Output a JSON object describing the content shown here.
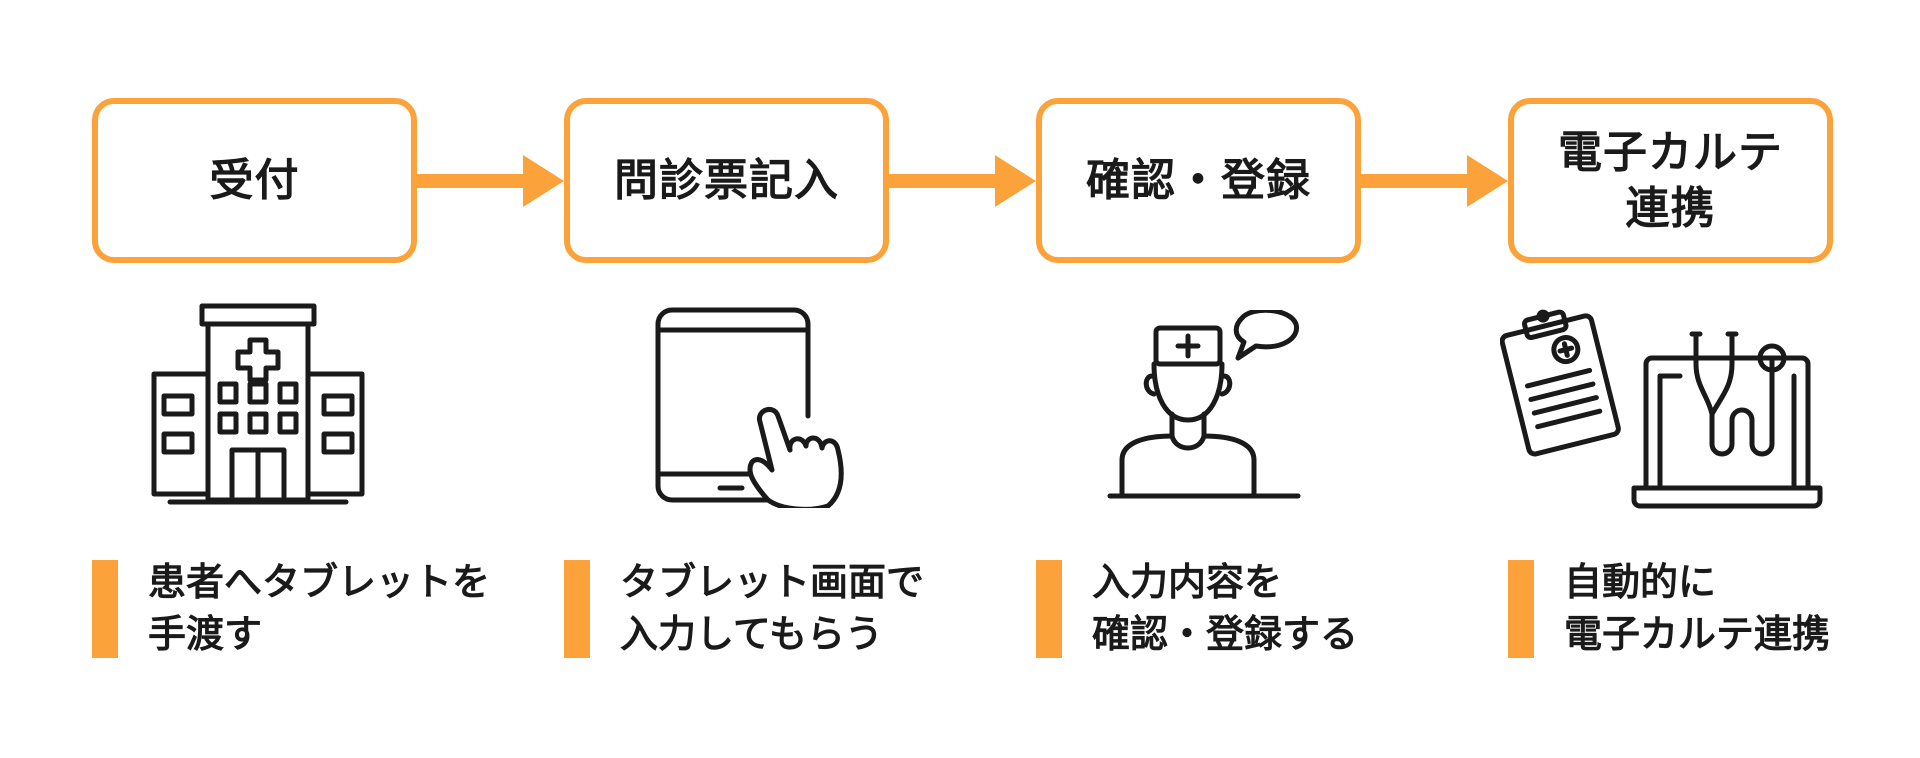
{
  "accent_color": "#FBA33A",
  "steps": [
    {
      "title": "受付",
      "icon": "hospital-icon",
      "description": "患者へタブレットを\n手渡す"
    },
    {
      "title": "問診票記入",
      "icon": "tablet-touch-icon",
      "description": "タブレット画面で\n入力してもらう"
    },
    {
      "title": "確認・登録",
      "icon": "nurse-speech-icon",
      "description": "入力内容を\n確認・登録する"
    },
    {
      "title": "電子カルテ\n連携",
      "icon": "chart-laptop-stethoscope-icon",
      "description": "自動的に\n電子カルテ連携"
    }
  ]
}
